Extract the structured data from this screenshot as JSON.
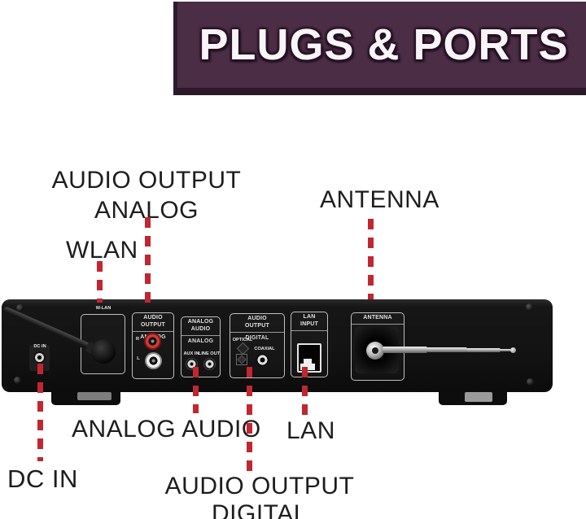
{
  "banner": {
    "title": "PLUGS & PORTS",
    "bg_color": "#4b2d45",
    "shadow_color": "#2b192a",
    "text_color": "#f7f5f7"
  },
  "callouts": {
    "audio_output_analog": "AUDIO OUTPUT\nANALOG",
    "wlan": "WLAN",
    "antenna": "ANTENNA",
    "dc_in": "DC IN",
    "analog_audio": "ANALOG AUDIO",
    "audio_output_digital": "AUDIO OUTPUT\nDIGITAL",
    "lan": "LAN"
  },
  "device_panel": {
    "dc_in_port_label": "DC IN",
    "wlan_section": {
      "label": "W-LAN"
    },
    "audio_output_analog_section": {
      "header": "AUDIO\nOUTPUT",
      "sub_label": "ANALOG",
      "jack_r_label": "R",
      "jack_l_label": "L"
    },
    "analog_audio_section": {
      "header": "ANALOG\nAUDIO",
      "sub_label": "ANALOG",
      "jack_left_label": "AUX IN",
      "jack_right_label": "LINE OUT"
    },
    "audio_output_digital_section": {
      "header": "AUDIO\nOUTPUT",
      "sub_label": "DIGITAL",
      "optical_label": "OPTICAL",
      "coaxial_label": "COAXIAL"
    },
    "lan_section": {
      "header": "LAN\nINPUT"
    },
    "antenna_section": {
      "header": "ANTENNA"
    }
  },
  "style_colors": {
    "callout_dash_red": "#c22630",
    "label_text": "#1d1d1d",
    "panel_black": "#141414"
  }
}
